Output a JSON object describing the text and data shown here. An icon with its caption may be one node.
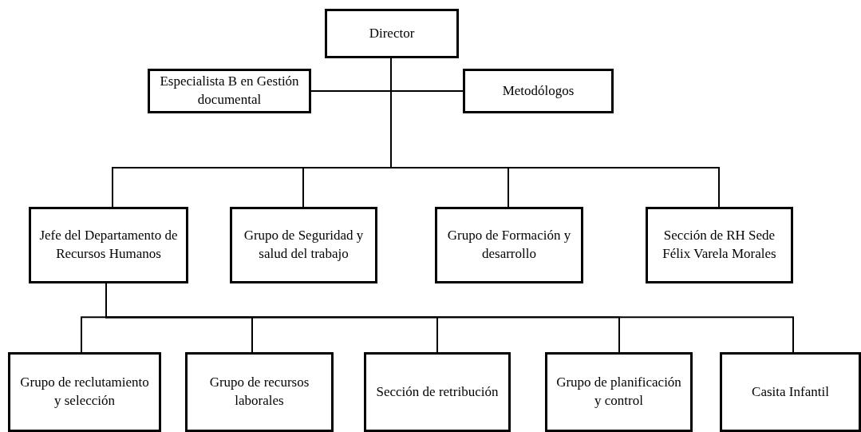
{
  "diagram": {
    "nodes": [
      {
        "text": [
          "Director"
        ]
      },
      {
        "text": [
          "Especialista B en Gestión documental"
        ]
      },
      {
        "text": [
          "Metodólogos"
        ]
      },
      {
        "text": [
          "Jefe del Departamento de Recursos Humanos"
        ]
      },
      {
        "text": [
          "Grupo de Seguridad y salud del trabajo"
        ]
      },
      {
        "text": [
          "Grupo de Formación y desarrollo"
        ]
      },
      {
        "text": [
          "Sección de RH Sede Félix Varela Morales"
        ]
      },
      {
        "text": [
          "Grupo de reclutamiento y selección"
        ]
      },
      {
        "text": [
          "Grupo de recursos laborales"
        ]
      },
      {
        "text": [
          "Sección de retribución"
        ]
      },
      {
        "text": [
          "Grupo de planificación y control"
        ]
      },
      {
        "text": [
          "Casita Infantil"
        ]
      }
    ],
    "edges": [
      {
        "from": 0,
        "to": 1,
        "arrow": "none"
      },
      {
        "from": 0,
        "to": 2,
        "arrow": "none"
      },
      {
        "from": 0,
        "to": 3,
        "arrow": "none"
      },
      {
        "from": 0,
        "to": 4,
        "arrow": "none"
      },
      {
        "from": 0,
        "to": 5,
        "arrow": "none"
      },
      {
        "from": 0,
        "to": 6,
        "arrow": "none"
      },
      {
        "from": 3,
        "to": 7,
        "arrow": "none"
      },
      {
        "from": 3,
        "to": 8,
        "arrow": "none"
      },
      {
        "from": 3,
        "to": 9,
        "arrow": "none"
      },
      {
        "from": 3,
        "to": 10,
        "arrow": "none"
      },
      {
        "from": 3,
        "to": 11,
        "arrow": "none"
      }
    ]
  }
}
